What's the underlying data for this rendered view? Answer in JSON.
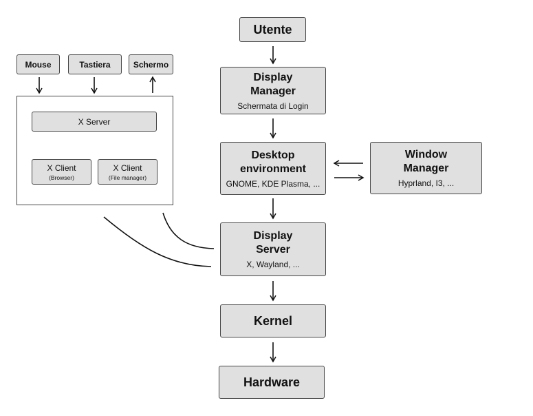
{
  "nodes": {
    "utente": {
      "label": "Utente"
    },
    "display_manager": {
      "label": "Display Manager",
      "sub": "Schermata di Login"
    },
    "desktop_env": {
      "label": "Desktop environment",
      "sub": "GNOME, KDE Plasma, ..."
    },
    "window_manager": {
      "label": "Window Manager",
      "sub": "Hyprland, I3, ..."
    },
    "display_server": {
      "label": "Display Server",
      "sub": "X, Wayland, ..."
    },
    "kernel": {
      "label": "Kernel"
    },
    "hardware": {
      "label": "Hardware"
    },
    "mouse": {
      "label": "Mouse"
    },
    "tastiera": {
      "label": "Tastiera"
    },
    "schermo": {
      "label": "Schermo"
    },
    "x_server": {
      "label": "X Server"
    },
    "x_client_browser": {
      "label": "X Client",
      "sub": "(Browser)"
    },
    "x_client_files": {
      "label": "X Client",
      "sub": "(File manager)"
    }
  }
}
